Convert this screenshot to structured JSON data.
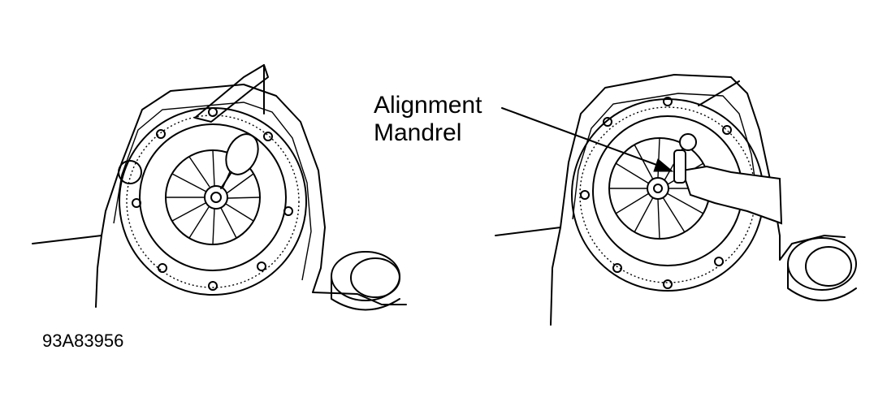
{
  "callout": {
    "line1": "Alignment",
    "line2": "Mandrel"
  },
  "figure_id": "93A83956",
  "colors": {
    "ink": "#000000",
    "background": "#ffffff"
  }
}
